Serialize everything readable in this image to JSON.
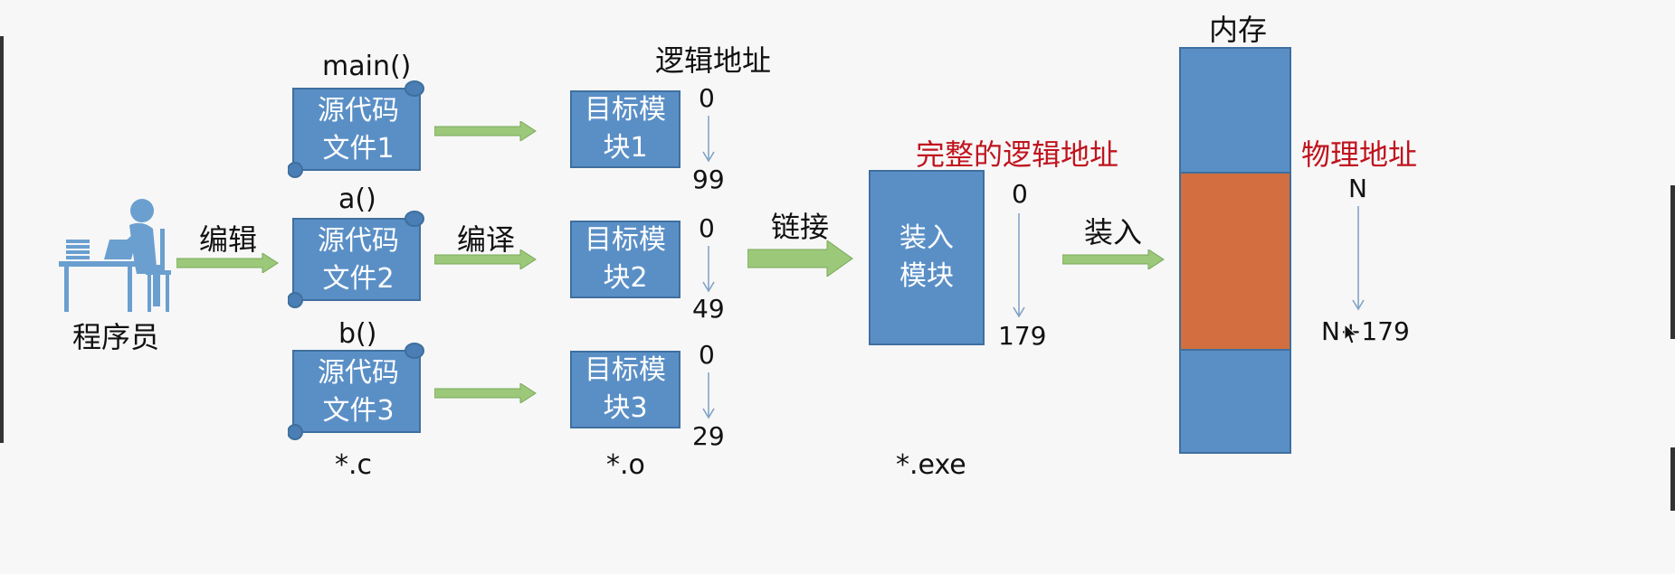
{
  "programmer_label": "程序员",
  "edit_label": "编辑",
  "compile_label": "编译",
  "link_label": "链接",
  "load_label": "装入",
  "logical_addr_title": "逻辑地址",
  "full_logical_addr_title": "完整的逻辑地址",
  "memory_title": "内存",
  "physical_addr_title": "物理地址",
  "sources": [
    {
      "func": "main()",
      "text": "源代码文件1"
    },
    {
      "func": "a()",
      "text": "源代码文件2"
    },
    {
      "func": "b()",
      "text": "源代码文件3"
    }
  ],
  "modules": [
    {
      "text": "目标模块1",
      "start": "0",
      "end": "99"
    },
    {
      "text": "目标模块2",
      "start": "0",
      "end": "49"
    },
    {
      "text": "目标模块3",
      "start": "0",
      "end": "29"
    }
  ],
  "load_module": {
    "text": "装入模块",
    "start": "0",
    "end": "179"
  },
  "physical": {
    "start": "N",
    "end": "N+179"
  },
  "ext_c": "*.c",
  "ext_o": "*.o",
  "ext_exe": "*.exe",
  "colors": {
    "box_fill": "#5a8fc6",
    "memory_used": "#d26e3f",
    "arrow": "#9cc87a",
    "red_title": "#c0141e"
  }
}
